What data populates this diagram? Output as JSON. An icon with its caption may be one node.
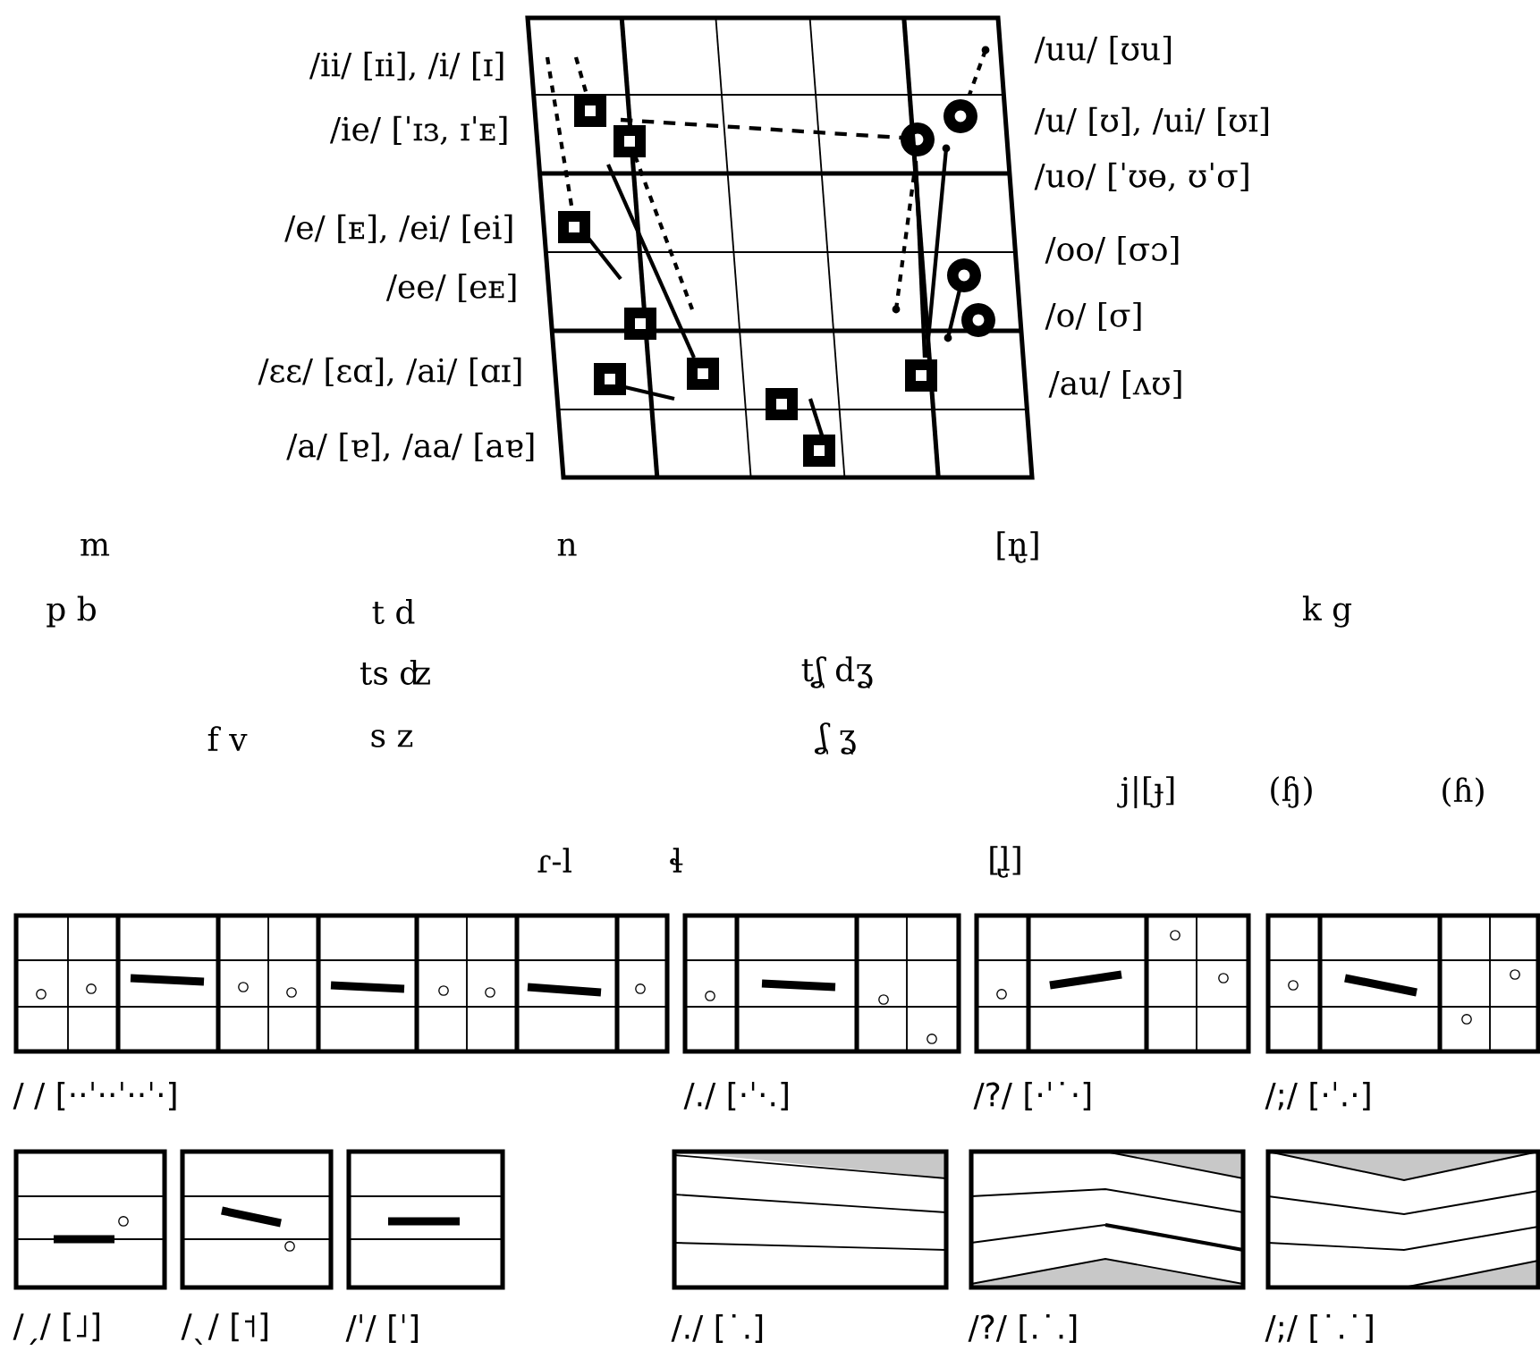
{
  "diagram": {
    "labels": [
      "/ii/ [ɪi], /i/ [ɪ]",
      "/uu/ [ʊu]",
      "/ie/ [ˈɪɜ, ɪˈᴇ]",
      "/u/ [ʊ], /ui/ [ʊɪ]",
      "/uo/ [ˈʊɵ, ʊˈσ]",
      "/e/ [ᴇ], /ei/ [ei]",
      "/oo/ [σɔ]",
      "/ee/ [eᴇ]",
      "/o/ [σ]",
      "/ɛɛ/ [ɛɑ], /ai/ [ɑɪ]",
      "/au/ [ʌʊ]",
      "/a/ [ɐ], /aa/ [aɐ]",
      "m",
      "n",
      "[n̢]",
      "p b",
      "t d",
      "k g",
      "ts ʣ",
      "tʆ dʓ",
      "f v",
      "s z",
      "ʆ ʓ",
      "j|[ɟ]",
      "(ɧ)",
      "(ɦ)",
      "ɾ-l",
      "ɬ",
      "[l̢]",
      "/ / [··ˈ··ˈ··ˈ·]",
      "/./ [·ˈ·.]",
      "/?/ [·ˈ˙·]",
      "/;/ [·ˈ.·]",
      "/ˏ/ [˩]",
      "/ˎ/ [˦]",
      "/ˈ/ [ˈ]",
      "/./ [˙.]",
      "/?/ [.˙.]",
      "/;/ [˙.˙]"
    ]
  }
}
